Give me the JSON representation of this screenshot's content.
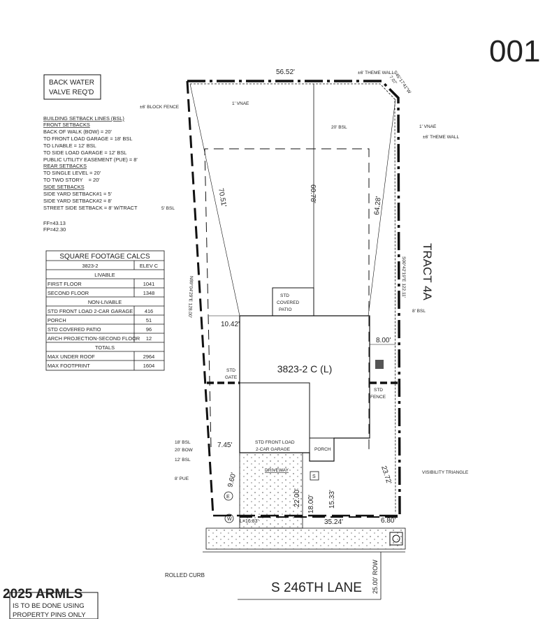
{
  "sheet_number": "001",
  "back_water_box": [
    "BACK WATER",
    "VALVE REQ'D"
  ],
  "setback_notes": [
    "BUILDING SETBACK LINES (BSL)",
    "FRONT SETBACKS",
    "BACK OF WALK (BOW) = 20'",
    "TO FRONT LOAD GARAGE = 18' BSL",
    "TO LIVABLE = 12' BSL",
    "TO SIDE LOAD GARAGE = 12' BSL",
    "PUBLIC UTILITY EASEMENT (PUE) = 8'",
    "REAR SETBACKS",
    "TO SINGLE LEVEL = 20'",
    "TO TWO STORY    = 20'",
    "SIDE SETBACKS",
    "SIDE YARD SETBACK#1 = 5'",
    "SIDE YARD SETBACK#2 = 8'",
    "STREET SIDE SETBACK = 8' W/TRACT"
  ],
  "elevations": [
    "FF=43.13",
    "FP=42.30"
  ],
  "sqft_table": {
    "title": "SQUARE FOOTAGE CALCS",
    "plan": "3823-2",
    "elev": "ELEV C",
    "sections": {
      "livable": "LIVABLE",
      "non_livable": "NON-LIVABLE",
      "totals": "TOTALS"
    },
    "livable_rows": [
      [
        "FIRST FLOOR",
        "1041"
      ],
      [
        "SECOND FLOOR",
        "1348"
      ]
    ],
    "non_livable_rows": [
      [
        "STD FRONT LOAD 2-CAR GARAGE",
        "416"
      ],
      [
        "PORCH",
        "51"
      ],
      [
        "STD COVERED PATIO",
        "96"
      ],
      [
        "ARCH PROJECTION-SECOND FLOOR",
        "12"
      ]
    ],
    "total_rows": [
      [
        "MAX UNDER ROOF",
        "2964"
      ],
      [
        "MAX FOOTPRINT",
        "1604"
      ]
    ]
  },
  "labels": {
    "block_fence": "±6' BLOCK FENCE",
    "theme_wall_top": "±6' THEME WALL",
    "theme_wall_right": "±6' THEME WALL",
    "vnae_left": "1' VNAE",
    "vnae_right": "1' VNAE",
    "rear_bsl": "20' BSL",
    "side_bsl_left": "5' BSL",
    "side_bsl_right": "8' BSL",
    "tract": "TRACT 4A",
    "house": "3823-2 C (L)",
    "patio": [
      "STD",
      "COVERED",
      "PATIO"
    ],
    "gate": [
      "STD",
      "GATE"
    ],
    "fence": [
      "STD",
      "FENCE"
    ],
    "garage": [
      "STD FRONT LOAD",
      "2-CAR GARAGE"
    ],
    "porch": "PORCH",
    "driveway": "DRIVEWAY",
    "front_18_bsl": "18' BSL",
    "front_20_bow": "20' BOW",
    "front_12_bsl": "12' BSL",
    "pue": "8' PUE",
    "visibility": "VISIBILITY TRIANGLE",
    "rolled_curb": "ROLLED CURB",
    "street": "S 246TH LANE",
    "row": "25.00' ROW",
    "staking": [
      "IS TO BE DONE USING",
      "PROPERTY PINS ONLY"
    ],
    "watermark": "2025 ARMLS",
    "bearing_chamfer": "S45°17'41\"W",
    "chamfer_len": "7.07'",
    "bearing_left": "N89°04'29\"E 128.00'",
    "bearing_right": "S00°42'19\"E 122.11'",
    "marker_e": "E",
    "marker_w": "W",
    "marker_s": "S"
  },
  "dimensions": {
    "top": "56.52'",
    "rear_depth": "60.78'",
    "left_diag": "70.51'",
    "right_diag": "64.28'",
    "left_side": "10.42'",
    "right_side": "8.00'",
    "garage_side": "7.45'",
    "drive_diag": "9.60'",
    "drive_depth": "22.00'",
    "setback_18": "18.00'",
    "porch_depth": "15.33'",
    "front_width": "35.24'",
    "corner": "6.80'",
    "vis_diag": "23.72'",
    "drive_len": "L=16.83'"
  }
}
